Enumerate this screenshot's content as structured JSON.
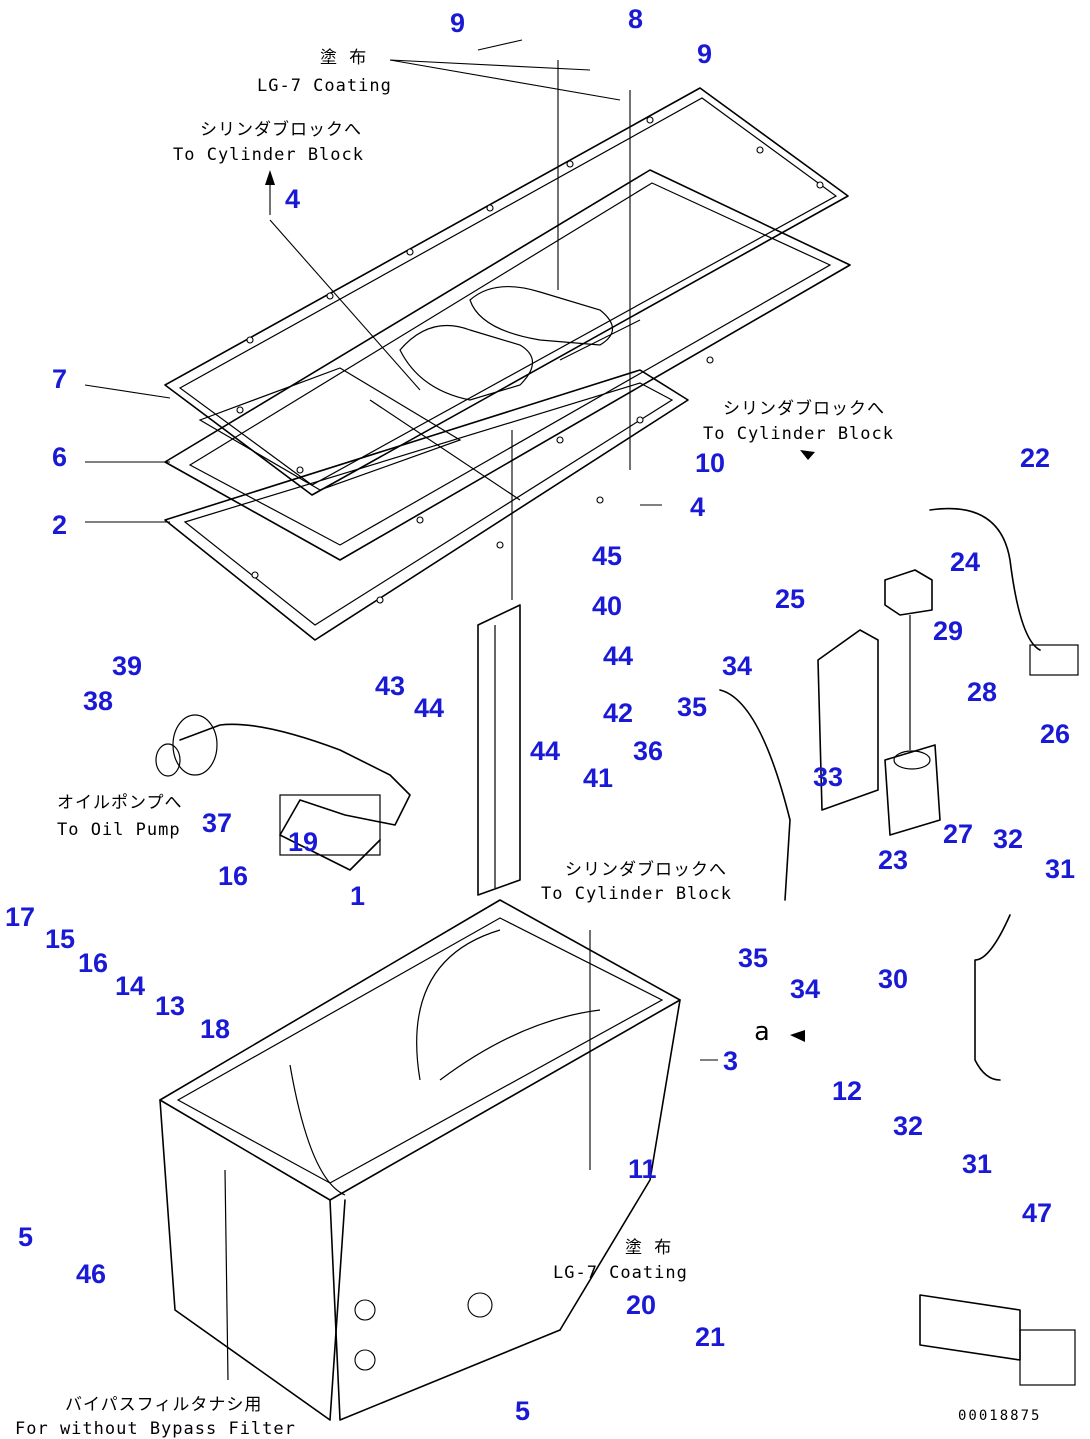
{
  "callouts": [
    {
      "id": "c9a",
      "text": "9"
    },
    {
      "id": "c8",
      "text": "8"
    },
    {
      "id": "c9b",
      "text": "9"
    },
    {
      "id": "c4a",
      "text": "4"
    },
    {
      "id": "c7",
      "text": "7"
    },
    {
      "id": "c6",
      "text": "6"
    },
    {
      "id": "c2",
      "text": "2"
    },
    {
      "id": "c10",
      "text": "10"
    },
    {
      "id": "c4b",
      "text": "4"
    },
    {
      "id": "c22",
      "text": "22"
    },
    {
      "id": "c24",
      "text": "24"
    },
    {
      "id": "c25",
      "text": "25"
    },
    {
      "id": "c29",
      "text": "29"
    },
    {
      "id": "c28",
      "text": "28"
    },
    {
      "id": "c45",
      "text": "45"
    },
    {
      "id": "c40",
      "text": "40"
    },
    {
      "id": "c44a",
      "text": "44"
    },
    {
      "id": "c42",
      "text": "42"
    },
    {
      "id": "c34a",
      "text": "34"
    },
    {
      "id": "c35a",
      "text": "35"
    },
    {
      "id": "c39",
      "text": "39"
    },
    {
      "id": "c38",
      "text": "38"
    },
    {
      "id": "c43",
      "text": "43"
    },
    {
      "id": "c44b",
      "text": "44"
    },
    {
      "id": "c44c",
      "text": "44"
    },
    {
      "id": "c41",
      "text": "41"
    },
    {
      "id": "c36",
      "text": "36"
    },
    {
      "id": "c33",
      "text": "33"
    },
    {
      "id": "c26",
      "text": "26"
    },
    {
      "id": "c37",
      "text": "37"
    },
    {
      "id": "c27",
      "text": "27"
    },
    {
      "id": "c32a",
      "text": "32"
    },
    {
      "id": "c23",
      "text": "23"
    },
    {
      "id": "c31a",
      "text": "31"
    },
    {
      "id": "c19",
      "text": "19"
    },
    {
      "id": "c17",
      "text": "17"
    },
    {
      "id": "c15",
      "text": "15"
    },
    {
      "id": "c16a",
      "text": "16"
    },
    {
      "id": "c16b",
      "text": "16"
    },
    {
      "id": "c1",
      "text": "1"
    },
    {
      "id": "c14",
      "text": "14"
    },
    {
      "id": "c13",
      "text": "13"
    },
    {
      "id": "c18",
      "text": "18"
    },
    {
      "id": "c35b",
      "text": "35"
    },
    {
      "id": "c34b",
      "text": "34"
    },
    {
      "id": "c30",
      "text": "30"
    },
    {
      "id": "c3",
      "text": "3"
    },
    {
      "id": "c12",
      "text": "12"
    },
    {
      "id": "c32b",
      "text": "32"
    },
    {
      "id": "c31b",
      "text": "31"
    },
    {
      "id": "c11",
      "text": "11"
    },
    {
      "id": "c47",
      "text": "47"
    },
    {
      "id": "c5a",
      "text": "5"
    },
    {
      "id": "c46",
      "text": "46"
    },
    {
      "id": "c20",
      "text": "20"
    },
    {
      "id": "c21",
      "text": "21"
    },
    {
      "id": "c5b",
      "text": "5"
    }
  ],
  "notes": {
    "coating_top_jp": "塗 布",
    "coating_top_en": "LG-7 Coating",
    "to_cyl_block_1_jp": "シリンダブロックへ",
    "to_cyl_block_1_en": "To Cylinder Block",
    "to_cyl_block_2_jp": "シリンダブロックへ",
    "to_cyl_block_2_en": "To Cylinder Block",
    "to_oil_pump_jp": "オイルポンプへ",
    "to_oil_pump_en": "To Oil Pump",
    "to_cyl_block_3_jp": "シリンダブロックへ",
    "to_cyl_block_3_en": "To Cylinder Block",
    "view_a": "a",
    "coating_bottom_jp": "塗 布",
    "coating_bottom_en": "LG-7 Coating",
    "bypass_jp": "バイパスフィルタナシ用",
    "bypass_en": "For without Bypass Filter",
    "drawing_number": "00018875"
  }
}
